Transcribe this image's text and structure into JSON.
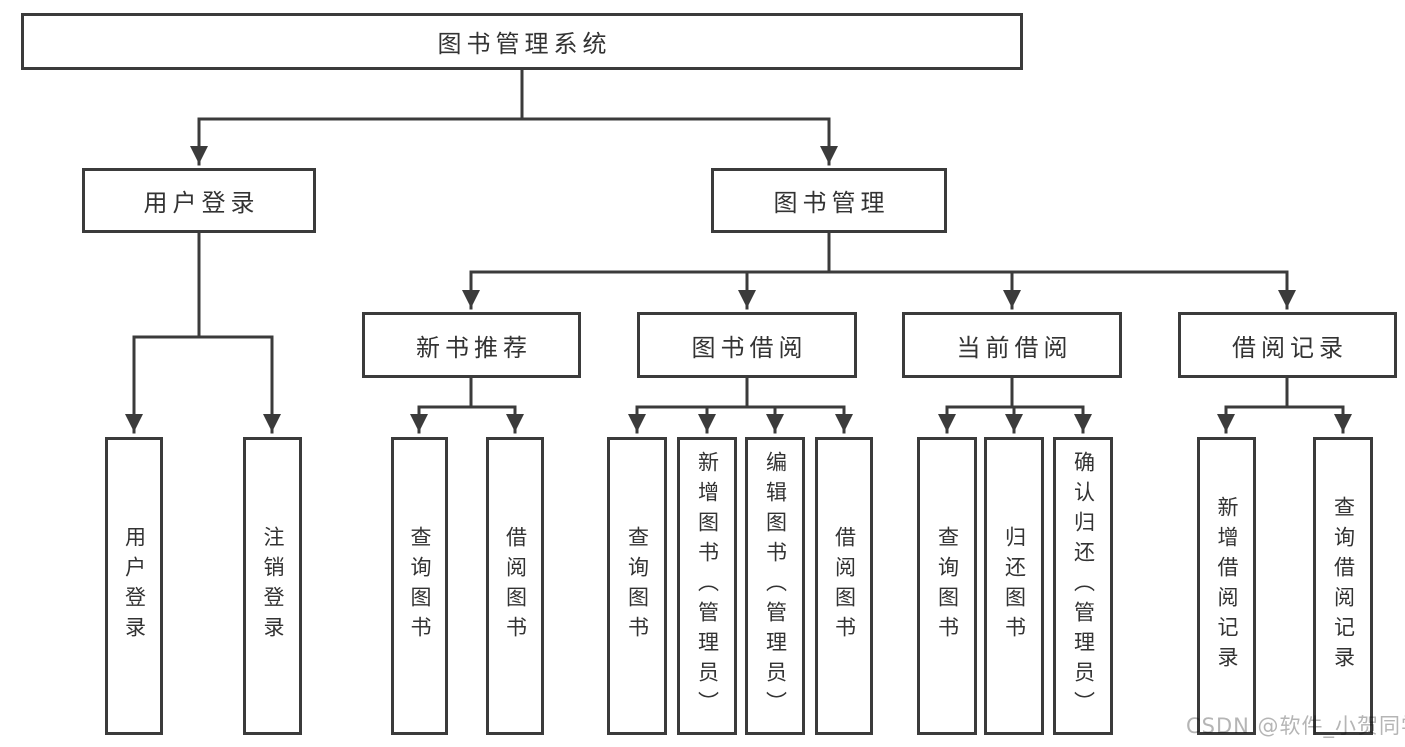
{
  "tree": {
    "label": "图书管理系统",
    "children": [
      {
        "label": "用户登录",
        "children": [
          {
            "label": "用户登录"
          },
          {
            "label": "注销登录"
          }
        ]
      },
      {
        "label": "图书管理",
        "children": [
          {
            "label": "新书推荐",
            "children": [
              {
                "label": "查询图书"
              },
              {
                "label": "借阅图书"
              }
            ]
          },
          {
            "label": "图书借阅",
            "children": [
              {
                "label": "查询图书"
              },
              {
                "label": "新增图书（管理员）"
              },
              {
                "label": "编辑图书（管理员）"
              },
              {
                "label": "借阅图书"
              }
            ]
          },
          {
            "label": "当前借阅",
            "children": [
              {
                "label": "查询图书"
              },
              {
                "label": "归还图书"
              },
              {
                "label": "确认归还（管理员）"
              }
            ]
          },
          {
            "label": "借阅记录",
            "children": [
              {
                "label": "新增借阅记录"
              },
              {
                "label": "查询借阅记录"
              }
            ]
          }
        ]
      }
    ]
  },
  "watermark": {
    "text": "CSDN @软件_小贺同学"
  },
  "colors": {
    "line": "#3b3b3b",
    "text": "#333333",
    "watermark": "#b5b5b5",
    "background": "#ffffff"
  }
}
